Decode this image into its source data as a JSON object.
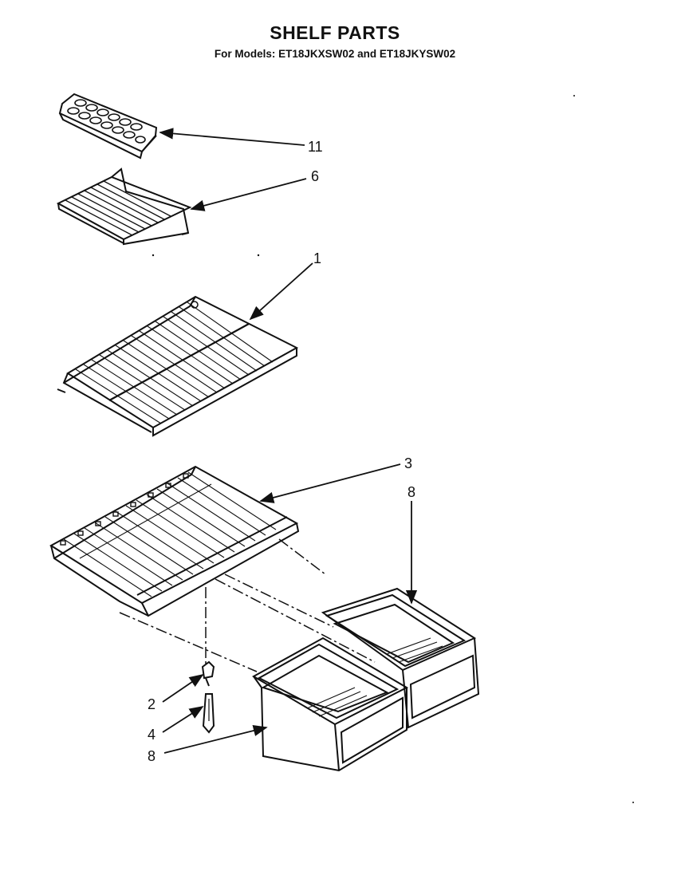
{
  "title": "SHELF PARTS",
  "subtitle": "For Models: ET18JKXSW02 and ET18JKYSW02",
  "callouts": [
    {
      "label": "11",
      "part": "ice-cube-tray"
    },
    {
      "label": "6",
      "part": "freezer-wire-shelf"
    },
    {
      "label": "1",
      "part": "wire-shelf"
    },
    {
      "label": "3",
      "part": "crisper-cover-shelf"
    },
    {
      "label": "8",
      "part": "crisper-pan-right"
    },
    {
      "label": "2",
      "part": "support"
    },
    {
      "label": "4",
      "part": "support-post"
    },
    {
      "label": "8",
      "part": "crisper-pan-left"
    }
  ]
}
